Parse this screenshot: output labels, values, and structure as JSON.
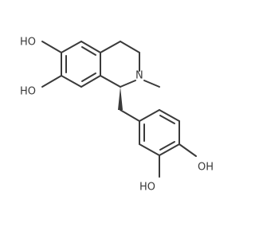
{
  "molecule": {
    "stereo": "wedge",
    "labels": {
      "oh_6": "HO",
      "oh_7": "HO",
      "n_2": "N",
      "oh_3p": "HO",
      "oh_4p": "OH"
    },
    "colors": {
      "bond": "#3a3a3a",
      "label": "#3a3a3a",
      "background": "#ffffff"
    }
  }
}
